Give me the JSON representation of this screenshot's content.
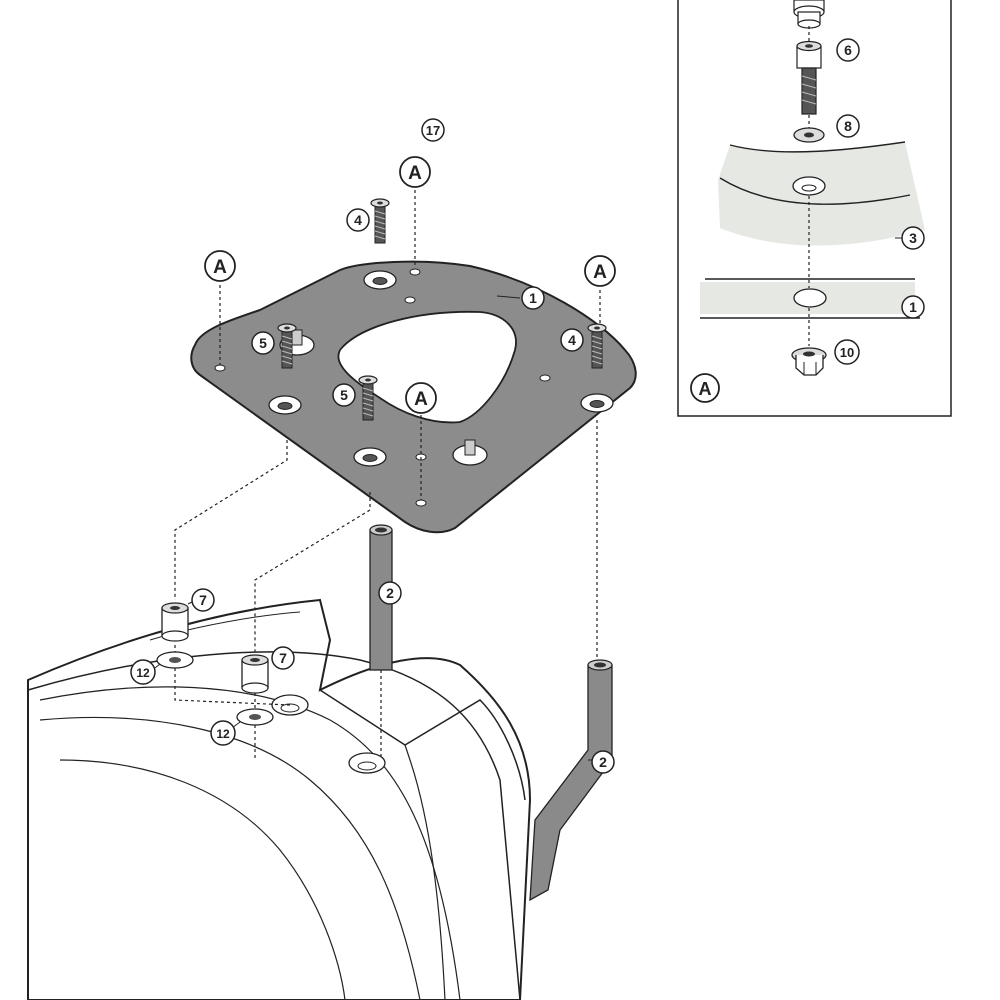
{
  "colors": {
    "plate": "#8c8c8c",
    "plate_dark": "#6e6e6e",
    "tube": "#8a8a8a",
    "tube_dark": "#5f5f5f",
    "line": "#222222",
    "fairing": "#ffffff",
    "band": "#e6e8e4"
  },
  "callouts": {
    "c17": "17",
    "c4a": "4",
    "c4b": "4",
    "c5a": "5",
    "c5b": "5",
    "c1": "1",
    "c2a": "2",
    "c2b": "2",
    "c7a": "7",
    "c7b": "7",
    "c12a": "12",
    "c12b": "12"
  },
  "refs": {
    "rA1": "A",
    "rA2": "A",
    "rA3": "A",
    "rA4": "A"
  },
  "inset": {
    "callouts": {
      "c6": "6",
      "c8": "8",
      "c3": "3",
      "c1": "1",
      "c10": "10"
    },
    "label": "A"
  },
  "icons": [
    "bolt-icon",
    "washer-icon",
    "spacer-icon",
    "flange-nut-icon"
  ]
}
